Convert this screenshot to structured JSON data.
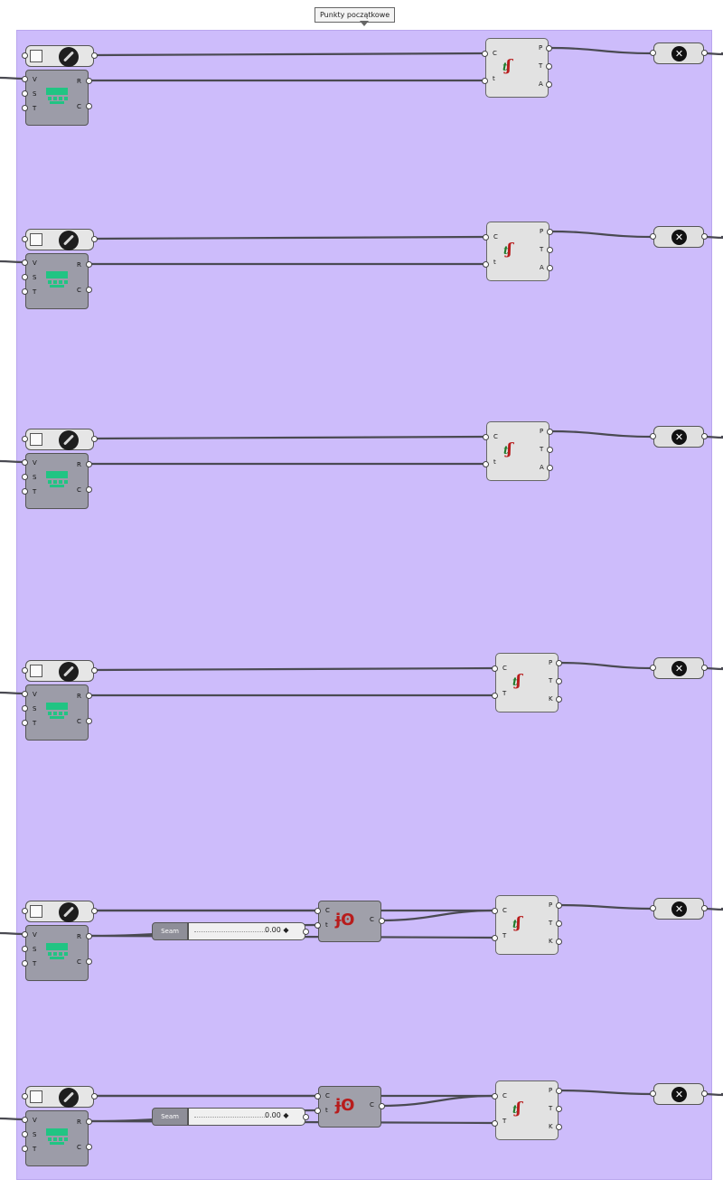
{
  "group": {
    "label": "Punkty początkowe"
  },
  "colors": {
    "group_fill": "#cdbcfb",
    "wire": "#4a4a52",
    "selector_icon": "#21c483",
    "curve_icon": "#b81c1c"
  },
  "icons": {
    "panel": "panel-icon",
    "brush": "brush-icon",
    "selector": "list-item-icon",
    "evaluate": "evaluate-curve-icon",
    "param": "point-param-icon",
    "reverse": "reverse-curve-icon"
  },
  "selector_pins": {
    "in": [
      "V",
      "S",
      "T"
    ],
    "out": [
      "R",
      "C"
    ]
  },
  "eval_pins": {
    "in_a": [
      "C",
      "t"
    ],
    "in_b": [
      "C",
      "T"
    ],
    "out_a": [
      "P",
      "T",
      "A"
    ],
    "out_b": [
      "P",
      "T",
      "K"
    ]
  },
  "reverse_pins": {
    "in": [
      "C",
      "t"
    ],
    "out": [
      "C"
    ]
  },
  "slider": {
    "label": "Seam",
    "value": "0.00 ◆"
  },
  "param_glyph": "✕"
}
